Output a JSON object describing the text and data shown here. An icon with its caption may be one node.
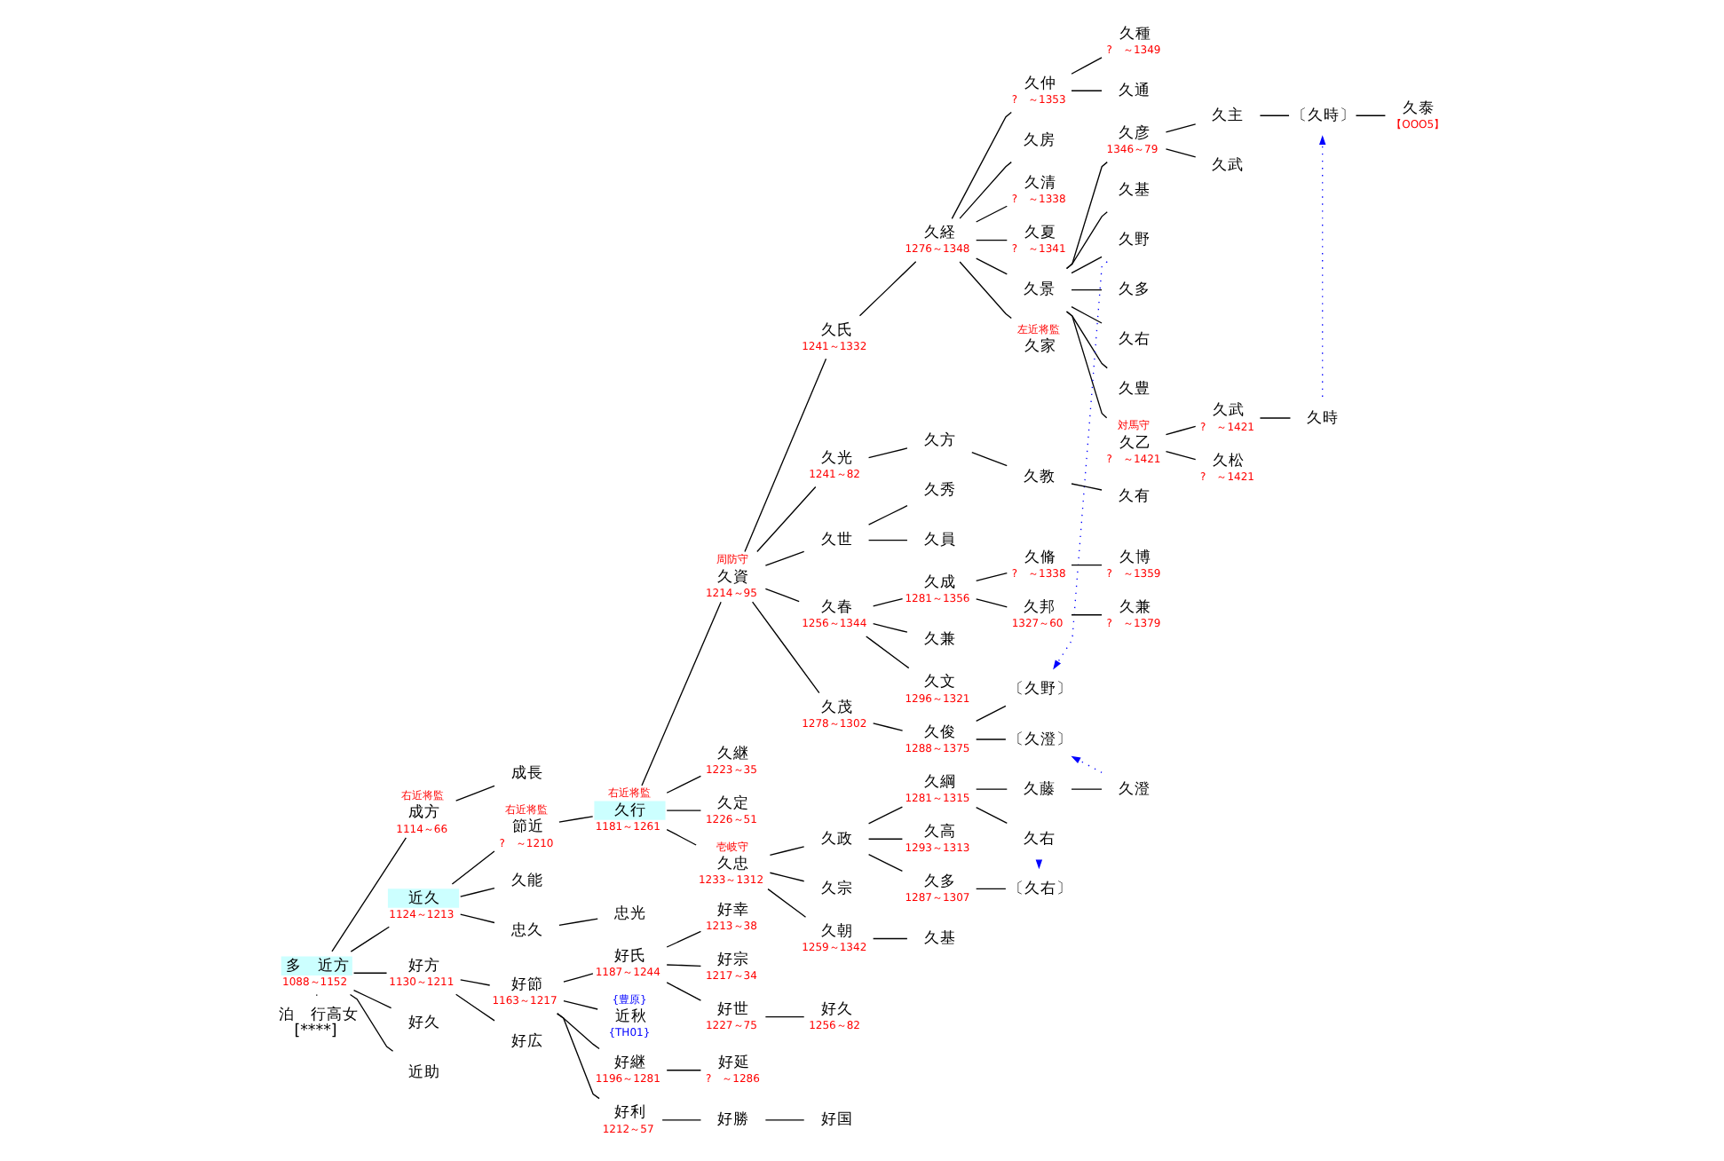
{
  "diagram": {
    "nodes": [
      {
        "text": [
          "多　近方"
        ],
        "beside": [
          "1088～1152"
        ]
      },
      {
        "text": [
          "泊　行高女",
          "[****]"
        ]
      },
      {
        "text": [
          "成方"
        ],
        "beside": [
          "右近将監",
          "1114～66"
        ]
      },
      {
        "text": [
          "成長"
        ]
      },
      {
        "text": [
          "近久"
        ],
        "beside": [
          "1124～1213"
        ]
      },
      {
        "text": [
          "節近"
        ],
        "beside": [
          "右近将監",
          "?　～1210"
        ]
      },
      {
        "text": [
          "久行"
        ],
        "beside": [
          "右近将監",
          "1181～1261"
        ]
      },
      {
        "text": [
          "久資"
        ],
        "beside": [
          "周防守",
          "1214～95"
        ]
      },
      {
        "text": [
          "久氏"
        ],
        "beside": [
          "1241～1332"
        ]
      },
      {
        "text": [
          "久経"
        ],
        "beside": [
          "1276～1348"
        ]
      },
      {
        "text": [
          "久仲"
        ],
        "beside": [
          "?　～1353"
        ]
      },
      {
        "text": [
          "久種"
        ],
        "beside": [
          "?　～1349"
        ]
      },
      {
        "text": [
          "久通"
        ]
      },
      {
        "text": [
          "久房"
        ]
      },
      {
        "text": [
          "久清"
        ],
        "beside": [
          "?　～1338"
        ]
      },
      {
        "text": [
          "久夏"
        ],
        "beside": [
          "?　～1341"
        ]
      },
      {
        "text": [
          "久景"
        ]
      },
      {
        "text": [
          "久彦"
        ],
        "beside": [
          "1346～79"
        ]
      },
      {
        "text": [
          "久主"
        ]
      },
      {
        "text": [
          "〔久時〕"
        ]
      },
      {
        "text": [
          "久泰"
        ],
        "beside": [
          "【OOO5】"
        ]
      },
      {
        "text": [
          "久武"
        ]
      },
      {
        "text": [
          "久基"
        ]
      },
      {
        "text": [
          "久野"
        ]
      },
      {
        "text": [
          "久多"
        ]
      },
      {
        "text": [
          "久右"
        ]
      },
      {
        "text": [
          "久豊"
        ]
      },
      {
        "text": [
          "久乙"
        ],
        "beside": [
          "対馬守",
          "?　～1421"
        ]
      },
      {
        "text": [
          "久武"
        ],
        "beside": [
          "?　～1421"
        ]
      },
      {
        "text": [
          "久時"
        ]
      },
      {
        "text": [
          "久松"
        ],
        "beside": [
          "?　～1421"
        ]
      },
      {
        "text": [
          "久家"
        ],
        "beside": [
          "左近将監"
        ]
      },
      {
        "text": [
          "久光"
        ],
        "beside": [
          "1241～82"
        ]
      },
      {
        "text": [
          "久方"
        ]
      },
      {
        "text": [
          "久教"
        ]
      },
      {
        "text": [
          "久有"
        ]
      },
      {
        "text": [
          "久世"
        ]
      },
      {
        "text": [
          "久秀"
        ]
      },
      {
        "text": [
          "久員"
        ]
      },
      {
        "text": [
          "久春"
        ],
        "beside": [
          "1256～1344"
        ]
      },
      {
        "text": [
          "久成"
        ],
        "beside": [
          "1281～1356"
        ]
      },
      {
        "text": [
          "久脩"
        ],
        "beside": [
          "?　～1338"
        ]
      },
      {
        "text": [
          "久博"
        ],
        "beside": [
          "?　～1359"
        ]
      },
      {
        "text": [
          "久邦"
        ],
        "beside": [
          "1327～60"
        ]
      },
      {
        "text": [
          "久兼"
        ],
        "beside": [
          "?　～1379"
        ]
      },
      {
        "text": [
          "久兼"
        ]
      },
      {
        "text": [
          "久文"
        ],
        "beside": [
          "1296～1321"
        ]
      },
      {
        "text": [
          "〔久野〕"
        ]
      },
      {
        "text": [
          "久茂"
        ],
        "beside": [
          "1278～1302"
        ]
      },
      {
        "text": [
          "久俊"
        ],
        "beside": [
          "1288～1375"
        ]
      },
      {
        "text": [
          "〔久澄〕"
        ]
      },
      {
        "text": [
          "久継"
        ],
        "beside": [
          "1223～35"
        ]
      },
      {
        "text": [
          "久定"
        ],
        "beside": [
          "1226～51"
        ]
      },
      {
        "text": [
          "久忠"
        ],
        "beside": [
          "壱岐守",
          "1233～1312"
        ]
      },
      {
        "text": [
          "久政"
        ]
      },
      {
        "text": [
          "久綱"
        ],
        "beside": [
          "1281～1315"
        ]
      },
      {
        "text": [
          "久藤"
        ]
      },
      {
        "text": [
          "久澄"
        ]
      },
      {
        "text": [
          "久右"
        ]
      },
      {
        "text": [
          "久高"
        ],
        "beside": [
          "1293～1313"
        ]
      },
      {
        "text": [
          "久多"
        ],
        "beside": [
          "1287～1307"
        ]
      },
      {
        "text": [
          "〔久右〕"
        ]
      },
      {
        "text": [
          "久宗"
        ]
      },
      {
        "text": [
          "久朝"
        ],
        "beside": [
          "1259～1342"
        ]
      },
      {
        "text": [
          "久基"
        ]
      },
      {
        "text": [
          "久能"
        ]
      },
      {
        "text": [
          "忠久"
        ]
      },
      {
        "text": [
          "忠光"
        ]
      },
      {
        "text": [
          "好方"
        ],
        "beside": [
          "1130～1211"
        ]
      },
      {
        "text": [
          "好節"
        ],
        "beside": [
          "1163～1217"
        ]
      },
      {
        "text": [
          "好氏"
        ],
        "beside": [
          "1187～1244"
        ]
      },
      {
        "text": [
          "好幸"
        ],
        "beside": [
          "1213～38"
        ]
      },
      {
        "text": [
          "好宗"
        ],
        "beside": [
          "1217～34"
        ]
      },
      {
        "text": [
          "好世"
        ],
        "beside": [
          "1227～75"
        ]
      },
      {
        "text": [
          "好久"
        ],
        "beside": [
          "1256～82"
        ]
      },
      {
        "text": [
          "近秋"
        ],
        "beside": [
          "{豊原}",
          "{TH01}"
        ]
      },
      {
        "text": [
          "好継"
        ],
        "beside": [
          "1196～1281"
        ]
      },
      {
        "text": [
          "好延"
        ],
        "beside": [
          "?　～1286"
        ]
      },
      {
        "text": [
          "好利"
        ],
        "beside": [
          "1212～57"
        ]
      },
      {
        "text": [
          "好勝"
        ]
      },
      {
        "text": [
          "好国"
        ]
      },
      {
        "text": [
          "好広"
        ]
      },
      {
        "text": [
          "好久"
        ]
      },
      {
        "text": [
          "近助"
        ]
      }
    ],
    "edges": [
      {
        "from": 0,
        "to": 1,
        "arrow": "none",
        "style": "dashed"
      },
      {
        "from": 0,
        "to": 2,
        "arrow": "none"
      },
      {
        "from": 2,
        "to": 3,
        "arrow": "none"
      },
      {
        "from": 0,
        "to": 4,
        "arrow": "none"
      },
      {
        "from": 4,
        "to": 5,
        "arrow": "none"
      },
      {
        "from": 5,
        "to": 6,
        "arrow": "none"
      },
      {
        "from": 6,
        "to": 7,
        "arrow": "none"
      },
      {
        "from": 7,
        "to": 8,
        "arrow": "none"
      },
      {
        "from": 8,
        "to": 9,
        "arrow": "none"
      },
      {
        "from": 9,
        "to": 10,
        "arrow": "none"
      },
      {
        "from": 10,
        "to": 11,
        "arrow": "none"
      },
      {
        "from": 10,
        "to": 12,
        "arrow": "none"
      },
      {
        "from": 9,
        "to": 13,
        "arrow": "none"
      },
      {
        "from": 9,
        "to": 14,
        "arrow": "none"
      },
      {
        "from": 9,
        "to": 15,
        "arrow": "none"
      },
      {
        "from": 9,
        "to": 16,
        "arrow": "none"
      },
      {
        "from": 9,
        "to": 31,
        "arrow": "none"
      },
      {
        "from": 16,
        "to": 17,
        "arrow": "none"
      },
      {
        "from": 16,
        "to": 22,
        "arrow": "none"
      },
      {
        "from": 16,
        "to": 23,
        "arrow": "none"
      },
      {
        "from": 16,
        "to": 24,
        "arrow": "none"
      },
      {
        "from": 16,
        "to": 25,
        "arrow": "none"
      },
      {
        "from": 16,
        "to": 26,
        "arrow": "none"
      },
      {
        "from": 16,
        "to": 27,
        "arrow": "none"
      },
      {
        "from": 17,
        "to": 18,
        "arrow": "none"
      },
      {
        "from": 17,
        "to": 21,
        "arrow": "none"
      },
      {
        "from": 18,
        "to": 19,
        "arrow": "none"
      },
      {
        "from": 19,
        "to": 20,
        "arrow": "none"
      },
      {
        "from": 27,
        "to": 28,
        "arrow": "none"
      },
      {
        "from": 27,
        "to": 30,
        "arrow": "none"
      },
      {
        "from": 28,
        "to": 29,
        "arrow": "none"
      },
      {
        "from": 7,
        "to": 32,
        "arrow": "none"
      },
      {
        "from": 32,
        "to": 33,
        "arrow": "none"
      },
      {
        "from": 33,
        "to": 34,
        "arrow": "none"
      },
      {
        "from": 34,
        "to": 35,
        "arrow": "none"
      },
      {
        "from": 7,
        "to": 36,
        "arrow": "none"
      },
      {
        "from": 36,
        "to": 37,
        "arrow": "none"
      },
      {
        "from": 36,
        "to": 38,
        "arrow": "none"
      },
      {
        "from": 7,
        "to": 39,
        "arrow": "none"
      },
      {
        "from": 39,
        "to": 40,
        "arrow": "none"
      },
      {
        "from": 39,
        "to": 45,
        "arrow": "none"
      },
      {
        "from": 39,
        "to": 46,
        "arrow": "none"
      },
      {
        "from": 40,
        "to": 41,
        "arrow": "none"
      },
      {
        "from": 41,
        "to": 42,
        "arrow": "none"
      },
      {
        "from": 40,
        "to": 43,
        "arrow": "none"
      },
      {
        "from": 43,
        "to": 44,
        "arrow": "none"
      },
      {
        "from": 7,
        "to": 48,
        "arrow": "none"
      },
      {
        "from": 48,
        "to": 49,
        "arrow": "none"
      },
      {
        "from": 49,
        "to": 47,
        "arrow": "none"
      },
      {
        "from": 49,
        "to": 50,
        "arrow": "none"
      },
      {
        "from": 6,
        "to": 51,
        "arrow": "none"
      },
      {
        "from": 6,
        "to": 52,
        "arrow": "none"
      },
      {
        "from": 6,
        "to": 53,
        "arrow": "none"
      },
      {
        "from": 53,
        "to": 54,
        "arrow": "none"
      },
      {
        "from": 54,
        "to": 55,
        "arrow": "none"
      },
      {
        "from": 55,
        "to": 56,
        "arrow": "none"
      },
      {
        "from": 56,
        "to": 57,
        "arrow": "none"
      },
      {
        "from": 55,
        "to": 58,
        "arrow": "none"
      },
      {
        "from": 54,
        "to": 59,
        "arrow": "none"
      },
      {
        "from": 54,
        "to": 60,
        "arrow": "none"
      },
      {
        "from": 60,
        "to": 61,
        "arrow": "none"
      },
      {
        "from": 53,
        "to": 62,
        "arrow": "none"
      },
      {
        "from": 53,
        "to": 63,
        "arrow": "none"
      },
      {
        "from": 63,
        "to": 64,
        "arrow": "none"
      },
      {
        "from": 4,
        "to": 65,
        "arrow": "none"
      },
      {
        "from": 4,
        "to": 66,
        "arrow": "none"
      },
      {
        "from": 66,
        "to": 67,
        "arrow": "none"
      },
      {
        "from": 0,
        "to": 68,
        "arrow": "none"
      },
      {
        "from": 68,
        "to": 69,
        "arrow": "none"
      },
      {
        "from": 69,
        "to": 70,
        "arrow": "none"
      },
      {
        "from": 70,
        "to": 71,
        "arrow": "none"
      },
      {
        "from": 70,
        "to": 72,
        "arrow": "none"
      },
      {
        "from": 70,
        "to": 73,
        "arrow": "none"
      },
      {
        "from": 73,
        "to": 74,
        "arrow": "none"
      },
      {
        "from": 69,
        "to": 75,
        "arrow": "none"
      },
      {
        "from": 69,
        "to": 76,
        "arrow": "none"
      },
      {
        "from": 76,
        "to": 77,
        "arrow": "none"
      },
      {
        "from": 69,
        "to": 78,
        "arrow": "none"
      },
      {
        "from": 78,
        "to": 79,
        "arrow": "none"
      },
      {
        "from": 79,
        "to": 80,
        "arrow": "none"
      },
      {
        "from": 68,
        "to": 81,
        "arrow": "none"
      },
      {
        "from": 0,
        "to": 82,
        "arrow": "none"
      },
      {
        "from": 0,
        "to": 83,
        "arrow": "none"
      },
      {
        "from": 23,
        "to": 47,
        "arrow": "to",
        "style": "dashed",
        "color": "#0000ff"
      },
      {
        "from": 57,
        "to": 50,
        "arrow": "to",
        "style": "dashed",
        "color": "#0000ff"
      },
      {
        "from": 58,
        "to": 61,
        "arrow": "to",
        "style": "dashed",
        "color": "#0000ff"
      },
      {
        "from": 29,
        "to": 19,
        "arrow": "to",
        "style": "dashed",
        "color": "#0000ff"
      }
    ]
  }
}
